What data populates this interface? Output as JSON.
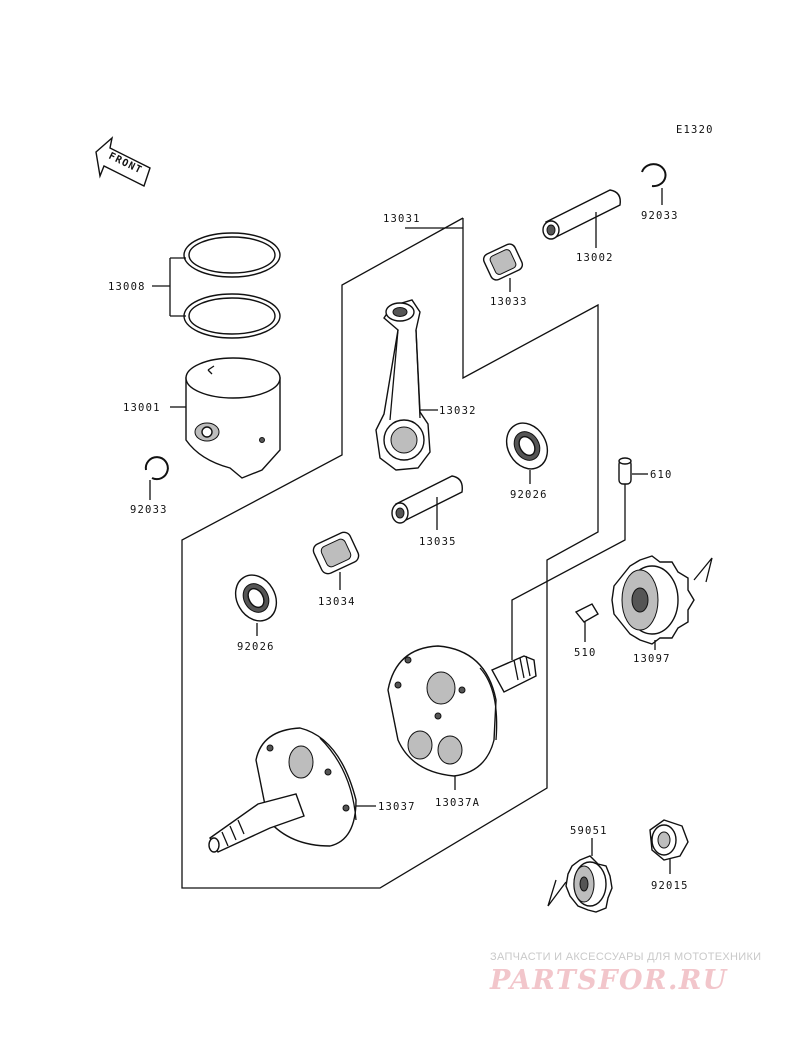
{
  "diagram_code": "E1320",
  "front_label": "FRONT",
  "parts": {
    "p13008": "13008",
    "p13001": "13001",
    "p92033_left": "92033",
    "p92033_right": "92033",
    "p13031": "13031",
    "p13002": "13002",
    "p13033": "13033",
    "p13032": "13032",
    "p92026_right": "92026",
    "p13035": "13035",
    "p13034": "13034",
    "p92026_left": "92026",
    "p610": "610",
    "p510": "510",
    "p13097": "13097",
    "p13037A": "13037A",
    "p13037": "13037",
    "p59051": "59051",
    "p92015": "92015"
  },
  "watermark": {
    "tagline": "ЗАПЧАСТИ И АКСЕССУАРЫ ДЛЯ МОТОТЕХНИКИ",
    "logo": "PARTSFOR.RU"
  }
}
